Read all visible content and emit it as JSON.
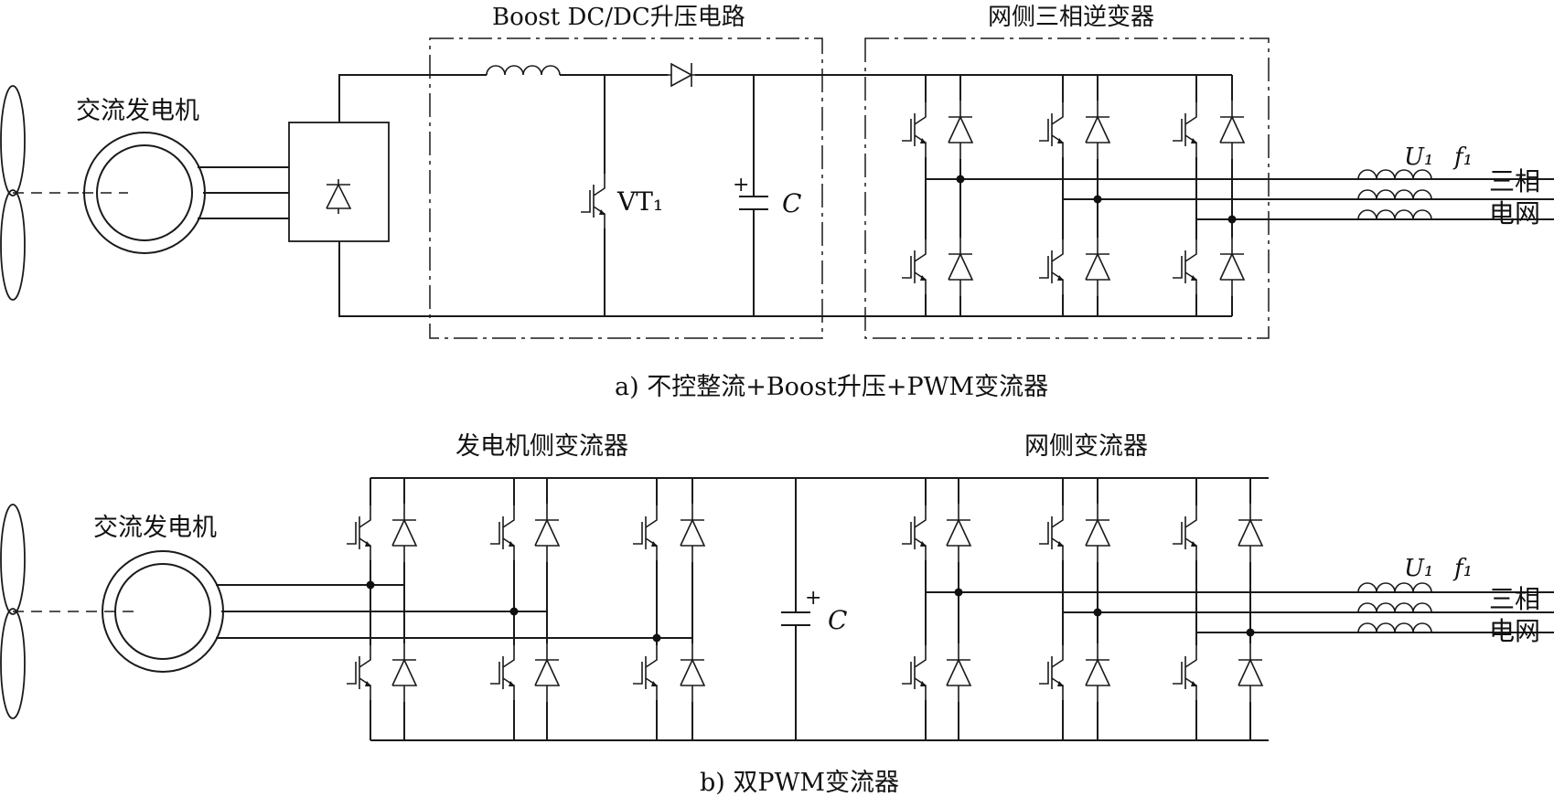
{
  "panel_a": {
    "generator_label": "交流发电机",
    "boost_label": "Boost DC/DC升压电路",
    "inverter_label": "网侧三相逆变器",
    "switch_label": "VT₁",
    "cap_label": "C",
    "cap_sign": "+",
    "voltage_label": "U₁",
    "freq_label": "f₁",
    "grid_label_1": "三相",
    "grid_label_2": "电网",
    "caption": "a) 不控整流+Boost升压+PWM变流器"
  },
  "panel_b": {
    "generator_label": "交流发电机",
    "gen_side_label": "发电机侧变流器",
    "grid_side_label": "网侧变流器",
    "cap_label": "C",
    "cap_sign": "+",
    "voltage_label": "U₁",
    "freq_label": "f₁",
    "grid_label_1": "三相",
    "grid_label_2": "电网",
    "caption": "b) 双PWM变流器"
  }
}
